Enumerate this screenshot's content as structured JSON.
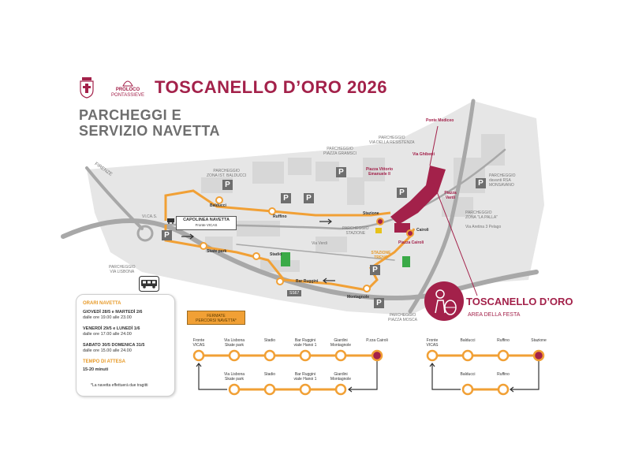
{
  "header": {
    "title": "TOSCANELLO  D’ORO 2026",
    "subtitle_line1": "PARCHEGGI E",
    "subtitle_line2": "SERVIZIO NAVETTA",
    "proloco_line1": "PROLOCO",
    "proloco_line2": "PONTASSIEVE"
  },
  "map": {
    "labels": {
      "firenze": "FIRENZE",
      "vicas": "VI.CA.S.",
      "ss67": "SS67",
      "ponte_mediceo": "Ponte Mediceo",
      "via_ghiberti": "Via Ghiberti",
      "piazza_vittorio": "Piazza Vittorio Emanuele II",
      "piazza_vardi": "Piazza Vardi",
      "piazza_cairoli": "Piazza Cairoli",
      "via_aretina": "Via Aretina 3 Pelago",
      "stazione_treno": "STAZIONE TRENO",
      "via_verdi": "Via Verdi"
    },
    "parking": [
      {
        "line1": "PARCHEGGIO",
        "line2": "ZONA IST. BALDUCCI"
      },
      {
        "line1": "PARCHEGGIO",
        "line2": "PIAZZA GRAMSCI"
      },
      {
        "line1": "PARCHEGGIO",
        "line2": "VIA DELLA RESISTENZA"
      },
      {
        "line1": "PARCHEGGIO",
        "line2": "davanti RSA",
        "line3": "MONSAVANO"
      },
      {
        "line1": "PARCHEGGIO",
        "line2": "ZONA  \"LA PALLA\""
      },
      {
        "line1": "PARCHEGGIO",
        "line2": "STAZIONE"
      },
      {
        "line1": "PARCHEGGIO",
        "line2": "VIA LISBONA"
      },
      {
        "line1": "PARCHEGGIO",
        "line2": "PIAZZA MOSCA"
      }
    ],
    "parking_sign": "P",
    "capolinea": {
      "line1": "CAPOLINEA  NAVETTA",
      "line2": "Fronte VICAS"
    },
    "stops": {
      "balducci": "Balducci",
      "ruffino": "Ruffino",
      "stazione": "Stazione",
      "cairoli": "Cairoli",
      "skate_park": "Skate park",
      "stadio": "Stadio",
      "bar_ruggini": "Bar Ruggini",
      "montagnole": "Montagnole"
    }
  },
  "info": {
    "orari_head": "ORARI NAVETTA",
    "slot1_days": "GIOVEDÌ 28/5 e MARTEDÌ 2/6",
    "slot1_hours": "dalle ore 19.00 alle 23.00",
    "slot2_days": "VENERDÌ 29/5 e LUNEDÌ 1/6",
    "slot2_hours": "dalle ore 17.00 alle 24.00",
    "slot3_days": "SABATO 30/5 DOMENICA 31/5",
    "slot3_hours": "dalle ore 15.00 alle 24.00",
    "attesa_head": "TEMPO DI ATTESA",
    "attesa_value": "15-20 minuti",
    "note": "*La navetta effettuerà due tragitti"
  },
  "legend": {
    "line1": "FERMATE",
    "line2": "PERCORSI NAVETTA*"
  },
  "schema_a": {
    "top": [
      {
        "line1": "Fronte",
        "line2": "VICAS"
      },
      {
        "line1": "Via Lisbona",
        "line2": "Skate park"
      },
      {
        "line1": "Stadio",
        "line2": ""
      },
      {
        "line1": "Bar Ruggini",
        "line2": "viale Hanoi 1"
      },
      {
        "line1": "Giardini",
        "line2": "Montagnole"
      },
      {
        "line1": "P.zza Cairoli",
        "line2": ""
      }
    ],
    "bottom": [
      {
        "line1": "Via Lisbona",
        "line2": "Skate park"
      },
      {
        "line1": "Stadio",
        "line2": ""
      },
      {
        "line1": "Bar Ruggini",
        "line2": "viale Hanoi 1"
      },
      {
        "line1": "Giardini",
        "line2": "Montagnole"
      }
    ]
  },
  "schema_b": {
    "top": [
      {
        "line1": "Fronte",
        "line2": "VICAS"
      },
      {
        "line1": "Balducci",
        "line2": ""
      },
      {
        "line1": "Ruffino",
        "line2": ""
      },
      {
        "line1": "Stazione",
        "line2": ""
      }
    ],
    "bottom": [
      {
        "line1": "Balducci",
        "line2": ""
      },
      {
        "line1": "Ruffino",
        "line2": ""
      }
    ]
  },
  "area": {
    "title": "TOSCANELLO  D’ORO",
    "subtitle": "AREA DELLA FESTA"
  },
  "colors": {
    "brand": "#a3214a",
    "route": "#f1a035",
    "road": "#a8a8a8",
    "map_bg": "#e6e6e6"
  }
}
